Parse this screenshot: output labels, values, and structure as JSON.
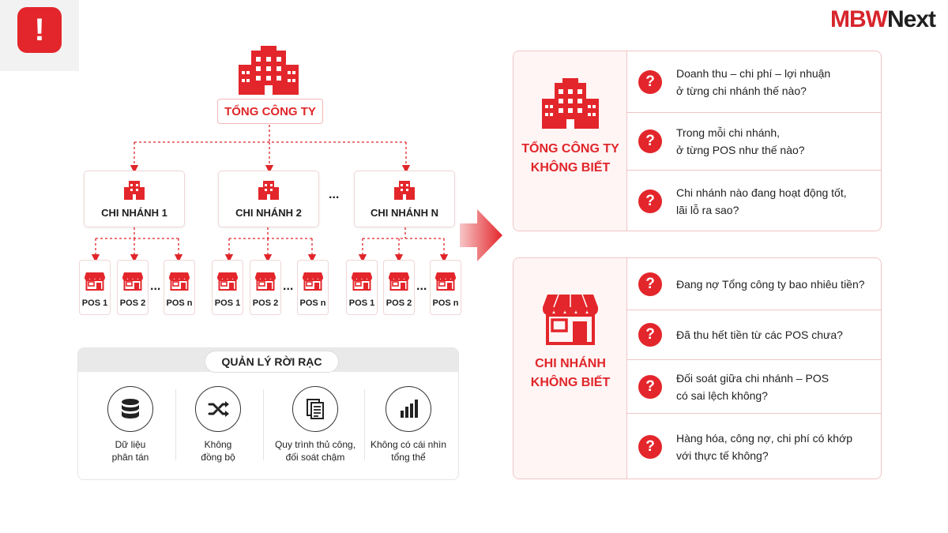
{
  "alert_badge": {
    "glyph": "!"
  },
  "logo": {
    "part1": "MBW",
    "part2": "Next"
  },
  "org_tree": {
    "headquarters": {
      "label": "TỔNG CÔNG TY",
      "icon": "office-buildings-icon"
    },
    "branches": [
      {
        "label": "CHI NHÁNH 1",
        "pos": [
          "POS 1",
          "POS 2",
          "POS n"
        ]
      },
      {
        "label": "CHI NHÁNH 2",
        "pos": [
          "POS 1",
          "POS 2",
          "POS n"
        ]
      },
      {
        "label": "CHI NHÁNH N",
        "pos": [
          "POS 1",
          "POS 2",
          "POS n"
        ]
      }
    ],
    "ellipsis": "..."
  },
  "fragmented_panel": {
    "title": "QUẢN LÝ RỜI RẠC",
    "items": [
      {
        "line1": "Dữ liệu",
        "line2": "phân tán",
        "icon": "database-icon"
      },
      {
        "line1": "Không",
        "line2": "đồng bộ",
        "icon": "shuffle-icon"
      },
      {
        "line1": "Quy trình thủ công,",
        "line2": "đối soát chậm",
        "icon": "documents-icon"
      },
      {
        "line1": "Không có cái nhìn",
        "line2": "tổng thể",
        "icon": "bar-chart-icon"
      }
    ]
  },
  "hq_card": {
    "title_line1": "TỔNG CÔNG TY",
    "title_line2": "KHÔNG BIẾT",
    "questions": [
      {
        "line1": "Doanh thu – chi phí – lợi nhuận",
        "line2": "ở từng chi nhánh thế nào?"
      },
      {
        "line1": "Trong mỗi chi nhánh,",
        "line2": "ở từng POS như thế nào?"
      },
      {
        "line1": "Chi nhánh nào đang hoạt động tốt,",
        "line2": "lãi lỗ ra sao?"
      }
    ]
  },
  "branch_card": {
    "title_line1": "CHI NHÁNH",
    "title_line2": "KHÔNG BIẾT",
    "questions": [
      {
        "line1": "Đang nợ Tổng công ty bao nhiêu tiền?",
        "line2": ""
      },
      {
        "line1": "Đã thu hết tiền từ các POS chưa?",
        "line2": ""
      },
      {
        "line1": "Đối soát giữa chi nhánh – POS",
        "line2": "có sai lệch không?"
      },
      {
        "line1": "Hàng hóa, công nợ, chi phí có khớp",
        "line2": "với thực tế không?"
      }
    ]
  },
  "question_glyph": "?",
  "colors": {
    "accent": "#e3262b",
    "card_border": "#f1c5c6",
    "card_tint": "#fff5f5"
  }
}
